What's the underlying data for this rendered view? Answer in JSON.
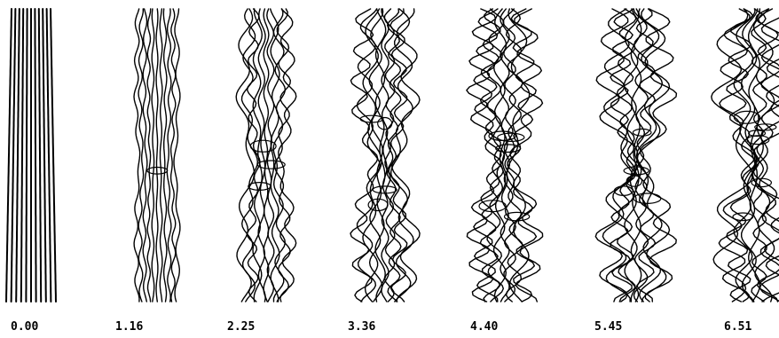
{
  "figure": {
    "panels": [
      {
        "label": "0.00",
        "twist": 0.0
      },
      {
        "label": "1.16",
        "twist": 0.15
      },
      {
        "label": "2.25",
        "twist": 0.45
      },
      {
        "label": "3.36",
        "twist": 0.65
      },
      {
        "label": "4.40",
        "twist": 0.8
      },
      {
        "label": "5.45",
        "twist": 0.9
      },
      {
        "label": "6.51",
        "twist": 1.0
      }
    ],
    "stroke_color": "#000000",
    "background_color": "#ffffff"
  }
}
